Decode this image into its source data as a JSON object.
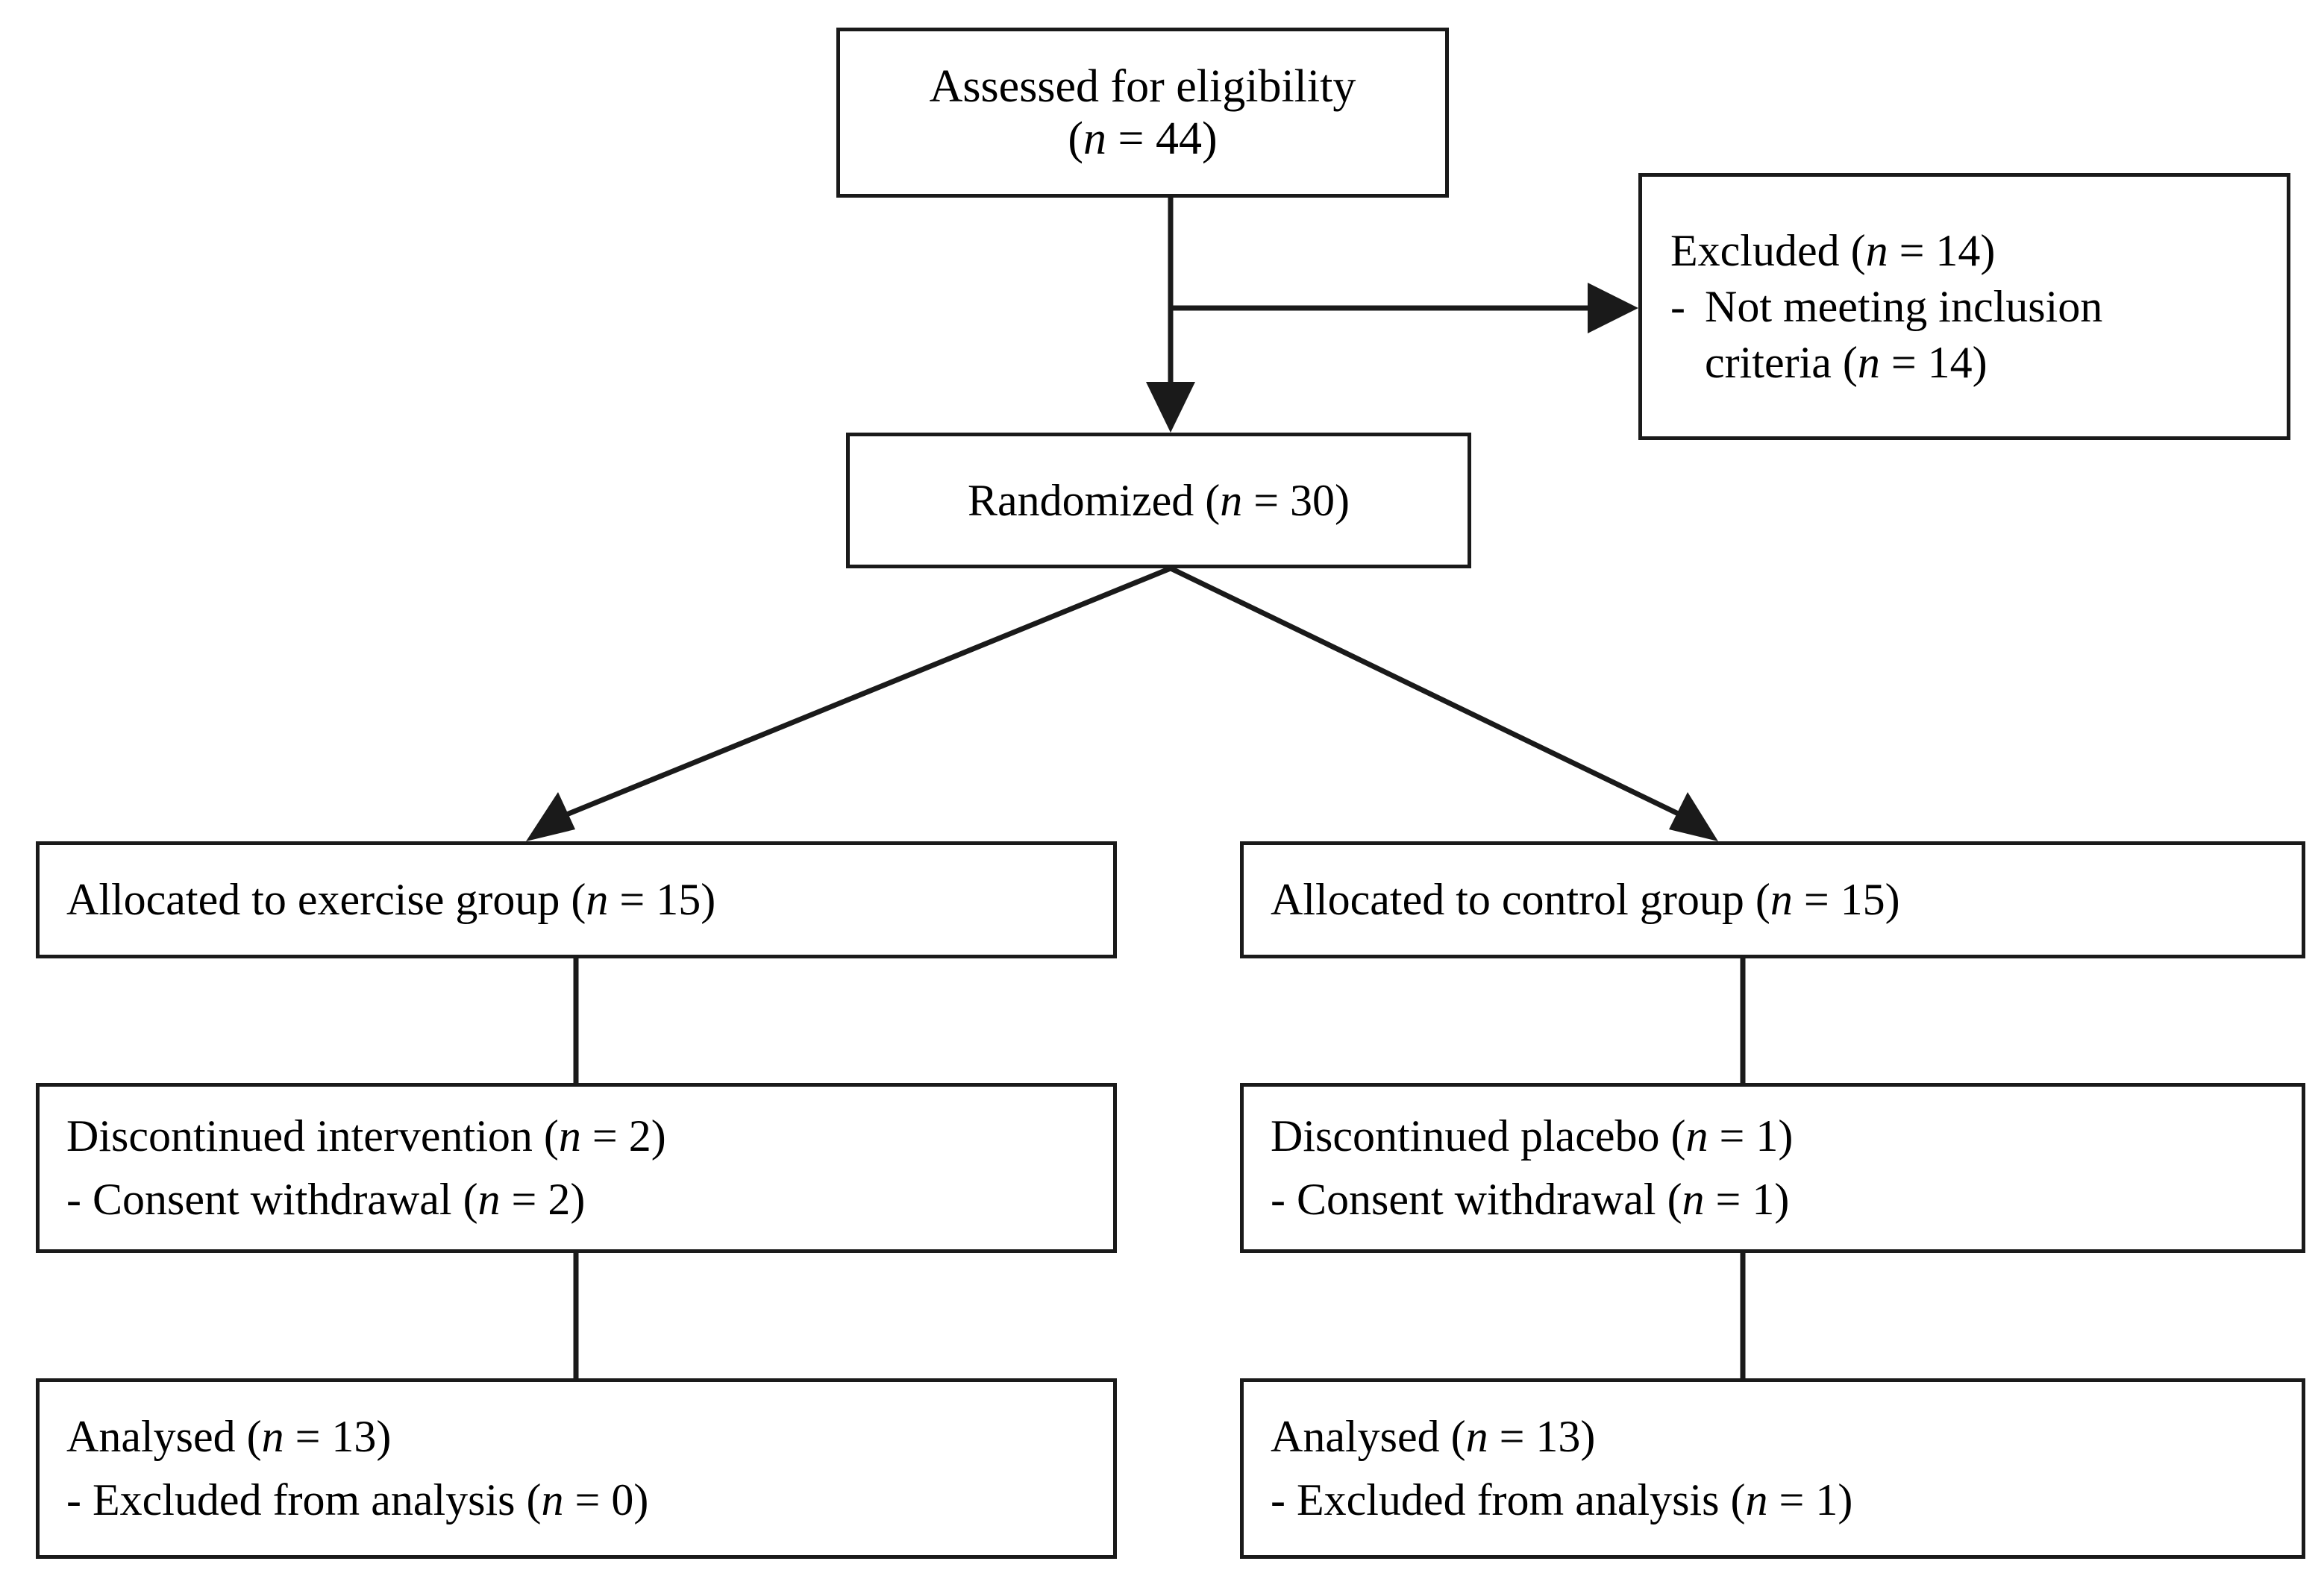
{
  "diagram": {
    "type": "consort-flow-diagram",
    "title": "CONSORT participant flow diagram",
    "stroke_color": "#1a1a1a",
    "text_color": "#000000",
    "background_color": "#ffffff"
  },
  "nodes": {
    "assessed": {
      "id": "assessed-for-eligibility",
      "line1": "Assessed for eligibility",
      "n_prefix": "(",
      "n_symbol": "n",
      "n_equals": " = 44)",
      "n_value": 44
    },
    "excluded": {
      "id": "excluded",
      "heading_text": "Excluded (",
      "heading_symbol": "n",
      "heading_tail": " = 14)",
      "heading_value": 14,
      "bullet_mark": "-",
      "bullet_line1": "Not meeting inclusion",
      "bullet_line2_text": "criteria (",
      "bullet_line2_symbol": "n",
      "bullet_line2_tail": " = 14)",
      "bullet_value": 14
    },
    "randomized": {
      "id": "randomized",
      "text": "Randomized (",
      "symbol": "n",
      "tail": " = 30)",
      "value": 30
    },
    "alloc_exercise": {
      "id": "allocated-exercise-group",
      "text": "Allocated to exercise group (",
      "symbol": "n",
      "tail": " = 15)",
      "value": 15
    },
    "alloc_control": {
      "id": "allocated-control-group",
      "text": "Allocated to control group (",
      "symbol": "n",
      "tail": " = 15)",
      "value": 15
    },
    "disc_exercise": {
      "id": "discontinued-intervention",
      "line1_text": "Discontinued intervention (",
      "line1_symbol": "n",
      "line1_tail": " = 2)",
      "line1_value": 2,
      "line2_text": "- Consent withdrawal (",
      "line2_symbol": "n",
      "line2_tail": " = 2)",
      "line2_value": 2
    },
    "disc_control": {
      "id": "discontinued-placebo",
      "line1_text": "Discontinued placebo (",
      "line1_symbol": "n",
      "line1_tail": " = 1)",
      "line1_value": 1,
      "line2_text": "- Consent withdrawal (",
      "line2_symbol": "n",
      "line2_tail": " = 1)",
      "line2_value": 1
    },
    "analysed_exercise": {
      "id": "analysed-exercise-group",
      "line1_text": "Analysed (",
      "line1_symbol": "n",
      "line1_tail": " = 13)",
      "line1_value": 13,
      "line2_text": "- Excluded from analysis (",
      "line2_symbol": "n",
      "line2_tail": " = 0)",
      "line2_value": 0
    },
    "analysed_control": {
      "id": "analysed-control-group",
      "line1_text": "Analysed (",
      "line1_symbol": "n",
      "line1_tail": " = 13)",
      "line1_value": 13,
      "line2_text": "- Excluded from analysis (",
      "line2_symbol": "n",
      "line2_tail": " = 1)",
      "line2_value": 1
    }
  },
  "connectors": [
    {
      "id": "assessed-to-randomized",
      "kind": "arrow-down"
    },
    {
      "id": "assessed-to-excluded",
      "kind": "arrow-right"
    },
    {
      "id": "randomized-to-exercise",
      "kind": "arrow-diagonal-left"
    },
    {
      "id": "randomized-to-control",
      "kind": "arrow-diagonal-right"
    },
    {
      "id": "exercise-alloc-to-disc",
      "kind": "line-vertical"
    },
    {
      "id": "exercise-disc-to-analysed",
      "kind": "line-vertical"
    },
    {
      "id": "control-alloc-to-disc",
      "kind": "line-vertical"
    },
    {
      "id": "control-disc-to-analysed",
      "kind": "line-vertical"
    }
  ]
}
